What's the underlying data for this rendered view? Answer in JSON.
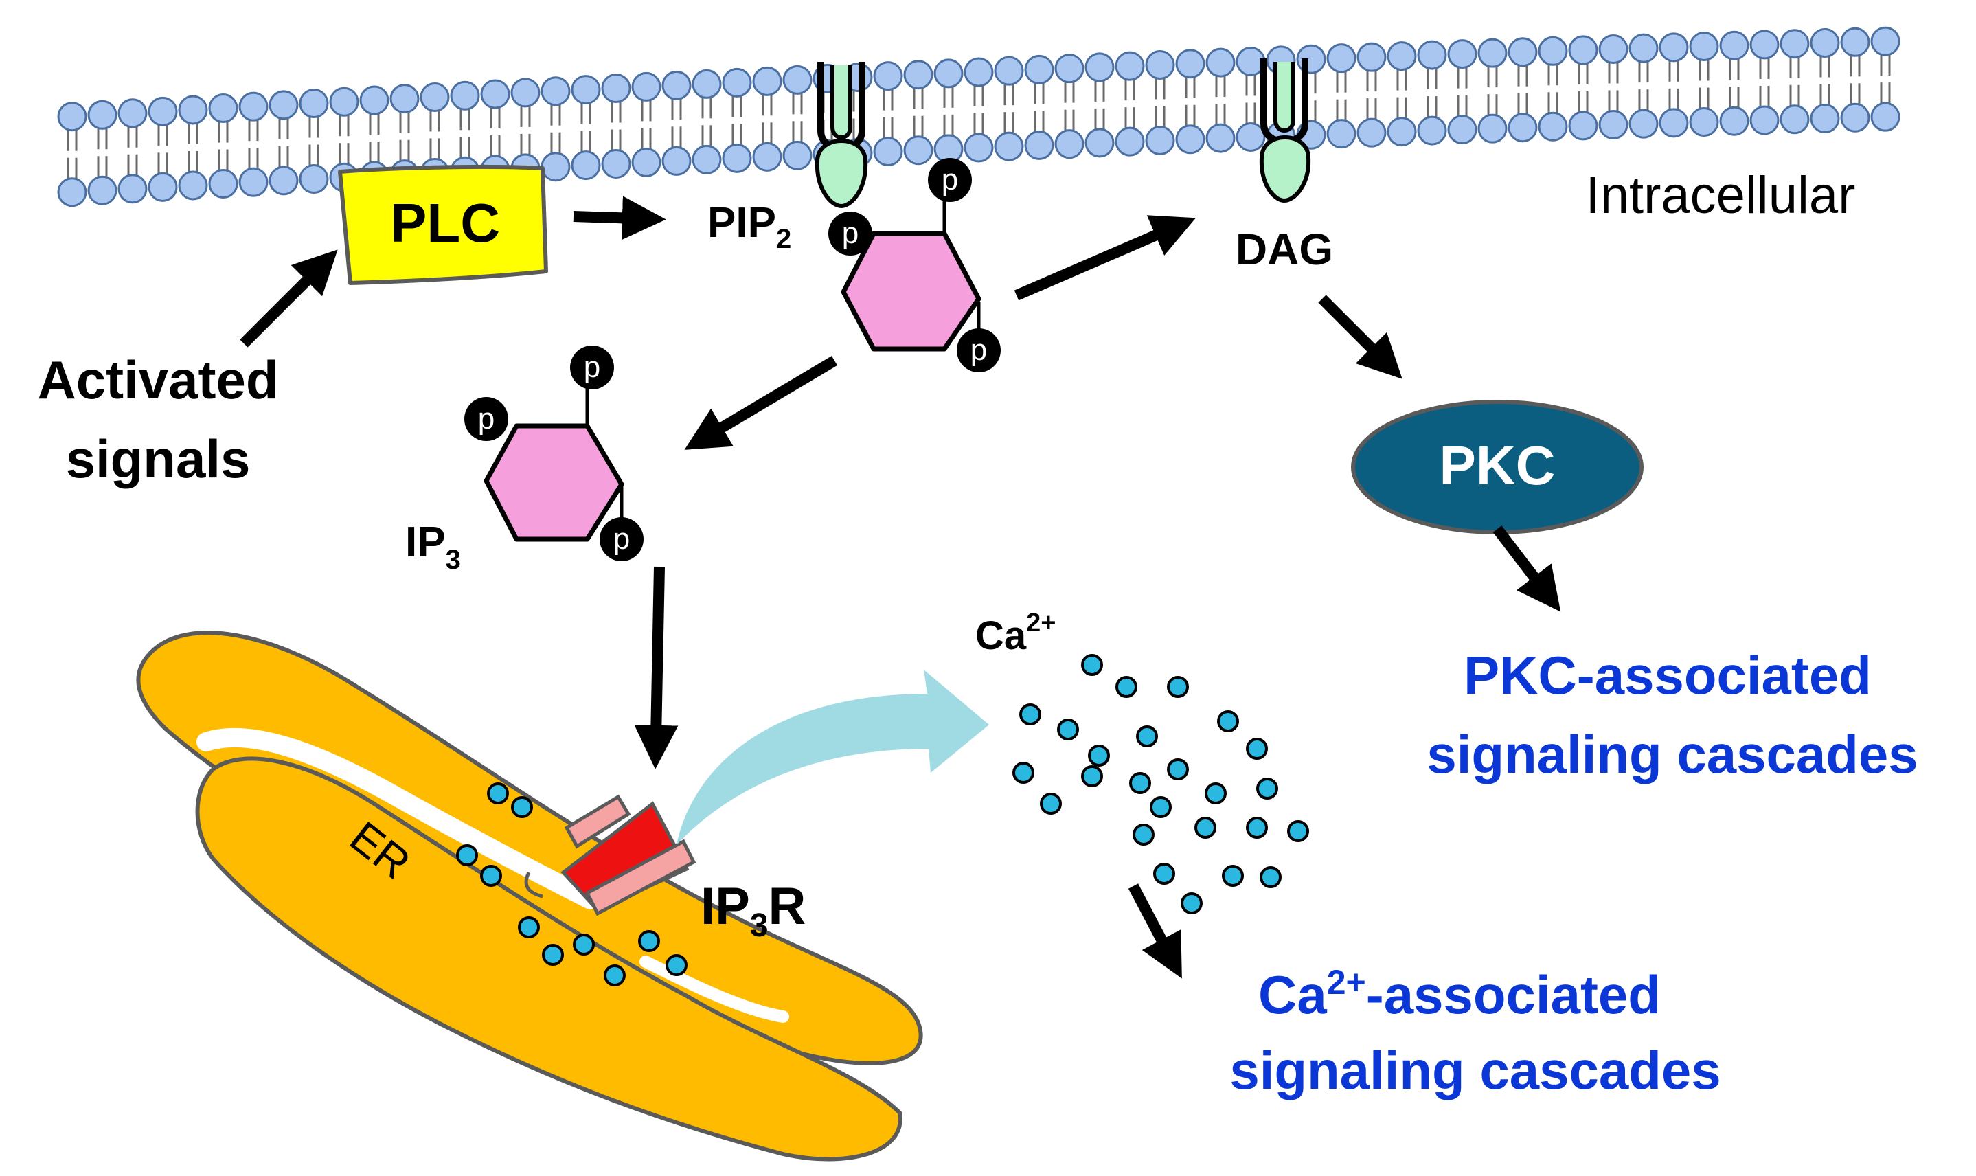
{
  "labels": {
    "plc": "PLC",
    "pip2": "PIP",
    "pip2_sub": "2",
    "dag": "DAG",
    "intracellular": "Intracellular",
    "activated_line1": "Activated",
    "activated_line2": "signals",
    "ip3": "IP",
    "ip3_sub": "3",
    "pkc": "PKC",
    "pkc_cascade_line1": "PKC-associated",
    "pkc_cascade_line2": "signaling cascades",
    "ca": "Ca",
    "ca_sup": "2+",
    "ip3r": "IP",
    "ip3r_sub": "3",
    "ip3r_suffix": "R",
    "er": "ER",
    "ca_cascade_ca": "Ca",
    "ca_cascade_sup": "2+",
    "ca_cascade_suffix": "-associated",
    "ca_cascade_line2": "signaling cascades",
    "phosphate": "p"
  },
  "colors": {
    "lipid_head": "#a9c6f0",
    "plc_fill": "#ffff00",
    "hexagon": "#f5a0dc",
    "receptor": "#b6f2c9",
    "pkc_fill": "#0b5e80",
    "er_fill": "#ffbb00",
    "ion": "#2ab8e0",
    "channel_red": "#ee1111",
    "channel_pink": "#f6a3a3",
    "flow_arrow": "#a0dbe4",
    "cascade_text": "#0a37d6"
  }
}
